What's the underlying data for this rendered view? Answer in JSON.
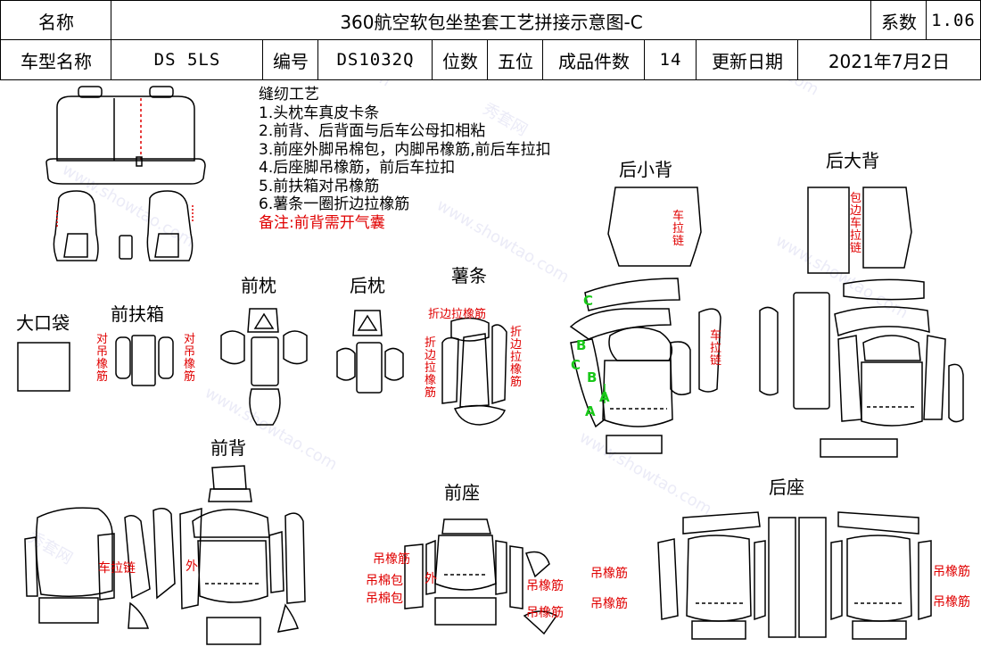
{
  "header": {
    "row1": {
      "name_label": "名称",
      "title": "360航空软包坐垫套工艺拼接示意图-C",
      "coef_label": "系数",
      "coef_value": "1.06"
    },
    "row2": {
      "model_label": "车型名称",
      "model_value": "DS 5LS",
      "code_label": "编号",
      "code_value": "DS1032Q",
      "seats_label": "位数",
      "seats_value": "五位",
      "pieces_label": "成品件数",
      "pieces_value": "14",
      "date_label": "更新日期",
      "date_value": "2021年7月2日"
    }
  },
  "craft": {
    "title": "缝纫工艺",
    "steps": [
      "1.头枕车真皮卡条",
      "2.前背、后背面与后车公母扣相粘",
      "3.前座外脚吊棉包，内脚吊橡筋,前后车拉扣",
      "4.后座脚吊橡筋，前后车拉扣",
      "5.前扶箱对吊橡筋",
      "6.薯条一圈折边拉橡筋"
    ],
    "note": "备注:前背需开气囊"
  },
  "sections": {
    "big_pocket": "大口袋",
    "front_armrest": "前扶箱",
    "front_headrest": "前枕",
    "rear_headrest": "后枕",
    "fries": "薯条",
    "rear_small_back": "后小背",
    "rear_big_back": "后大背",
    "front_back": "前背",
    "front_seat": "前座",
    "rear_seat": "后座"
  },
  "annotations": {
    "pair_elastic": "对吊橡筋",
    "fold_elastic": "折边拉橡筋",
    "zipper": "车拉链",
    "wrap_zipper": "包边车拉链",
    "zipper_main": "车拉链",
    "outer": "外",
    "elastic": "吊橡筋",
    "cotton_pack": "吊棉包",
    "outer_short": "外"
  },
  "markers": {
    "a": "A",
    "b": "B",
    "c": "C"
  },
  "watermark": {
    "site": "www.showtao.com",
    "brand": "秀套网"
  }
}
